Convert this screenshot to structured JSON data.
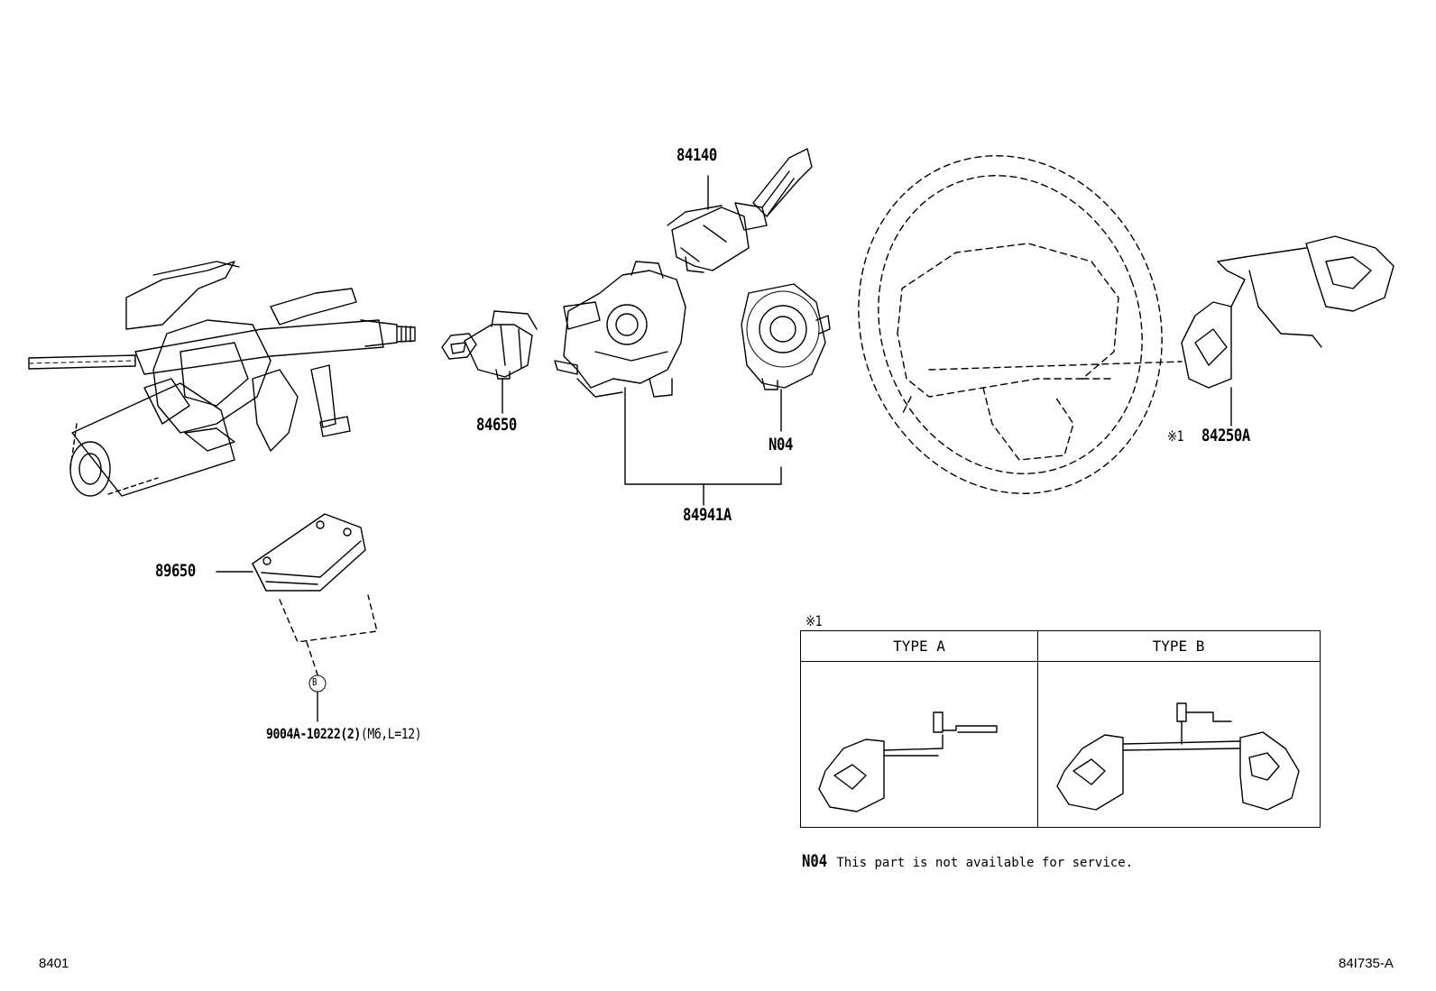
{
  "labels": {
    "p84140": "84140",
    "p84650": "84650",
    "p84941A": "84941A",
    "pN04": "N04",
    "p84250A": "84250A",
    "p84250A_ref": "※1",
    "p89650": "89650",
    "bolt_callout": "B",
    "bolt": "9004A-10222(2)",
    "bolt_spec": "(M6,L=12)"
  },
  "legend": {
    "ref_mark": "※1",
    "type_a": "TYPE A",
    "type_b": "TYPE B"
  },
  "note": {
    "code": "N04",
    "text": "This part is not available for service."
  },
  "footer": {
    "left": "8401",
    "right": "84I735-A"
  }
}
